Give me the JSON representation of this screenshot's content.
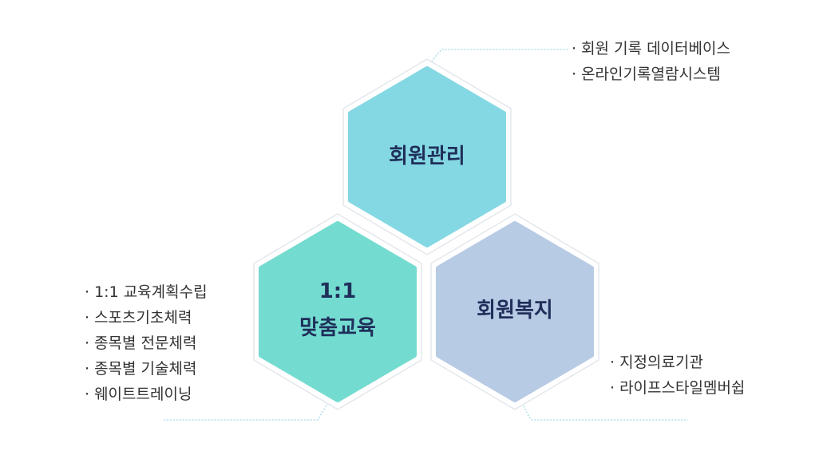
{
  "nodes": [
    {
      "id": "membership",
      "lines": [
        "회원관리"
      ],
      "color": "#84d8e3"
    },
    {
      "id": "education",
      "lines": [
        "1:1",
        "맞춤교육"
      ],
      "color": "#74dbd0"
    },
    {
      "id": "welfare",
      "lines": [
        "회원복지"
      ],
      "color": "#b7cbe4"
    }
  ],
  "lists": {
    "membership": [
      "· 회원 기록 데이터베이스",
      "· 온라인기록열람시스템"
    ],
    "education": [
      "· 1:1 교육계획수립",
      "· 스포츠기초체력",
      "· 종목별 전문체력",
      "· 종목별 기술체력",
      "· 웨이트트레이닝"
    ],
    "welfare": [
      "· 지정의료기관",
      "· 라이프스타일멤버쉽"
    ]
  },
  "colors": {
    "connector": "#9fd7ea",
    "text_dark": "#1f2f5a",
    "outline": "#ffffff",
    "shadow": "#e3e7ec"
  }
}
